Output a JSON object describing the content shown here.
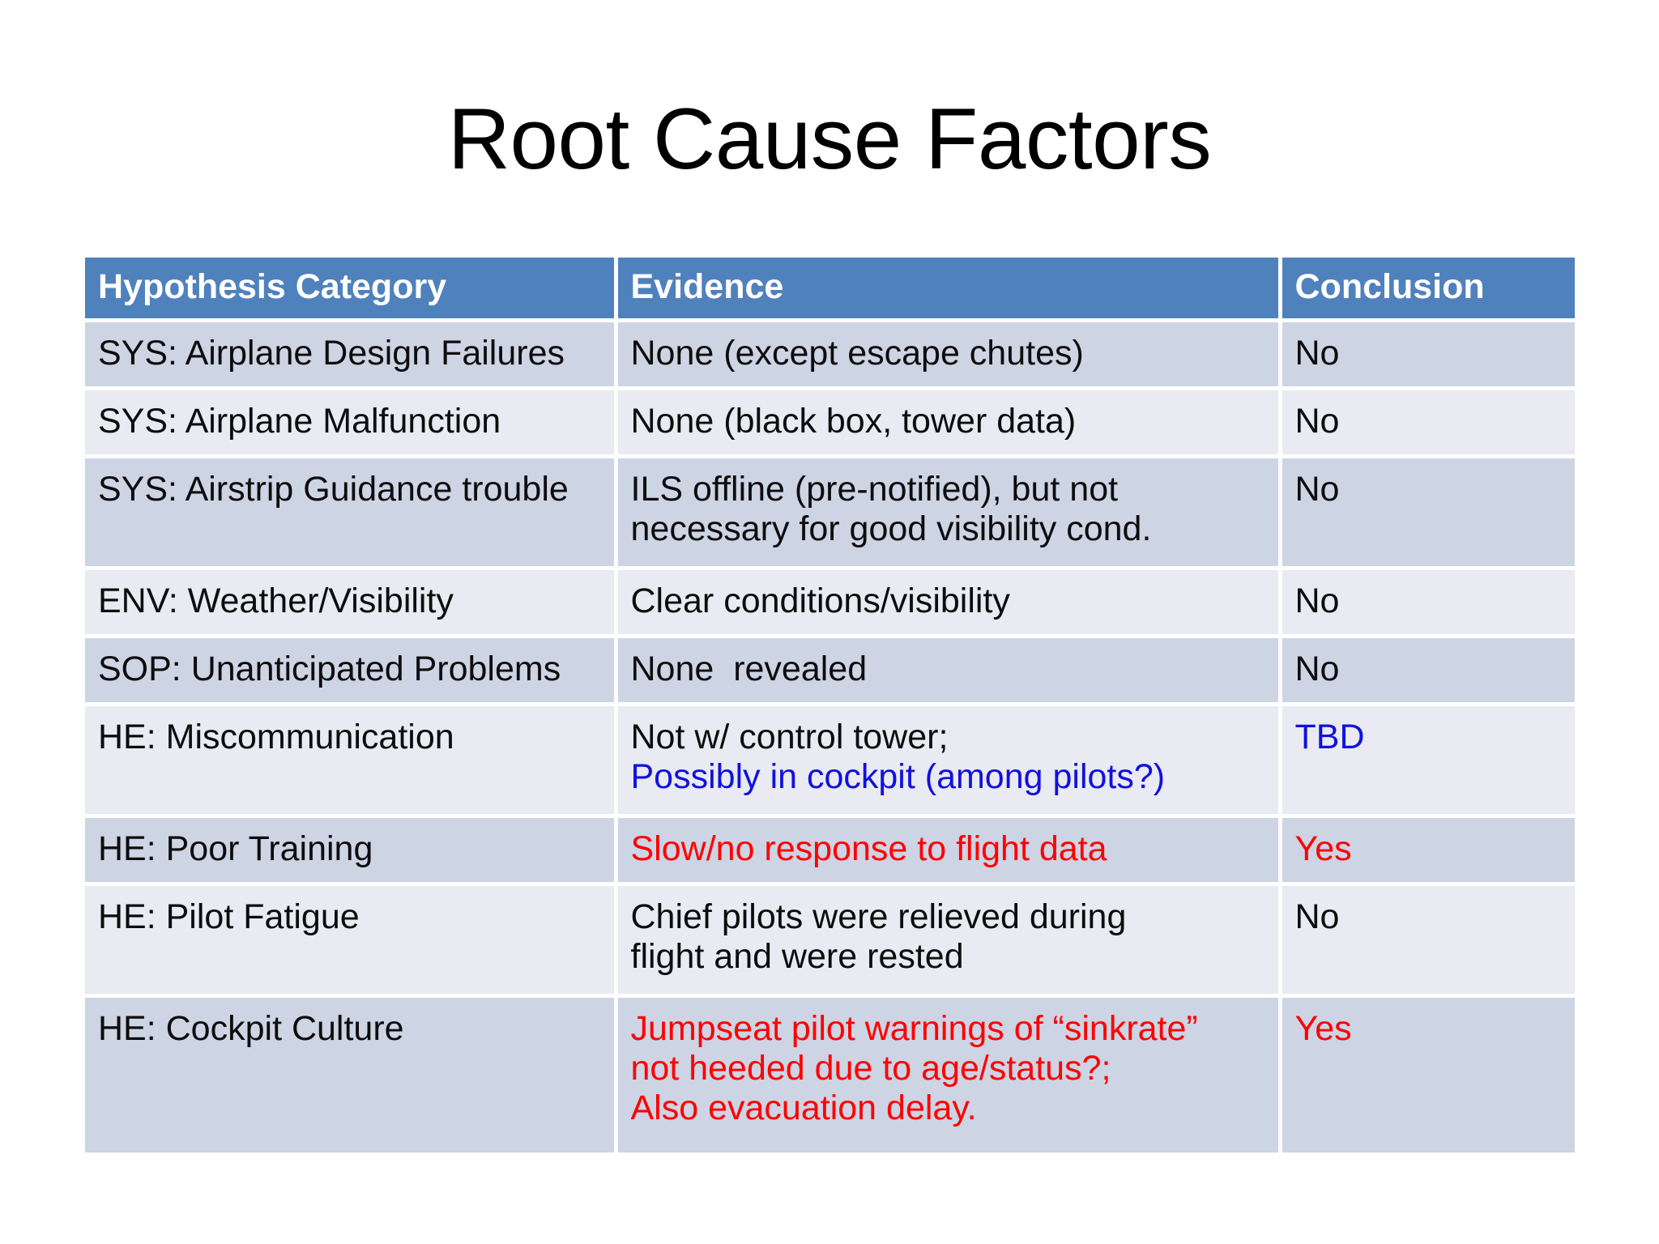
{
  "slide": {
    "title": "Root Cause Factors"
  },
  "colors": {
    "header_bg": "#4F81BD",
    "header_text": "#FFFFFF",
    "row_shade_dark": "#CDD4E4",
    "row_shade_light": "#E9EAF2",
    "text_default": "#0D0D0D",
    "accent_red": "#FF0000",
    "accent_blue": "#1111DD",
    "page_background": "#FFFFFF"
  },
  "table": {
    "columns": [
      "Hypothesis Category",
      "Evidence",
      "Conclusion"
    ],
    "rows": [
      {
        "category": "SYS: Airplane Design Failures",
        "evidence": [
          {
            "text": "None (except escape chutes)",
            "color": "black"
          }
        ],
        "conclusion": {
          "text": "No",
          "color": "black"
        }
      },
      {
        "category": "SYS: Airplane Malfunction",
        "evidence": [
          {
            "text": "None (black box, tower data)",
            "color": "black"
          }
        ],
        "conclusion": {
          "text": "No",
          "color": "black"
        }
      },
      {
        "category": "SYS: Airstrip Guidance trouble",
        "evidence": [
          {
            "text": "ILS offline (pre-notified), but not",
            "color": "black"
          },
          {
            "text": "necessary for good visibility cond.",
            "color": "black"
          }
        ],
        "conclusion": {
          "text": "No",
          "color": "black"
        }
      },
      {
        "category": "ENV: Weather/Visibility",
        "evidence": [
          {
            "text": "Clear conditions/visibility",
            "color": "black"
          }
        ],
        "conclusion": {
          "text": "No",
          "color": "black"
        }
      },
      {
        "category": "SOP: Unanticipated Problems",
        "evidence": [
          {
            "text": "None  revealed",
            "color": "black"
          }
        ],
        "conclusion": {
          "text": "No",
          "color": "black"
        }
      },
      {
        "category": "HE: Miscommunication",
        "evidence": [
          {
            "text": "Not w/ control tower;",
            "color": "black"
          },
          {
            "text": "Possibly in cockpit (among pilots?)",
            "color": "blue"
          }
        ],
        "conclusion": {
          "text": "TBD",
          "color": "blue"
        }
      },
      {
        "category": "HE: Poor Training",
        "evidence": [
          {
            "text": "Slow/no response to flight data",
            "color": "red"
          }
        ],
        "conclusion": {
          "text": "Yes",
          "color": "red"
        }
      },
      {
        "category": "HE: Pilot Fatigue",
        "evidence": [
          {
            "text": "Chief pilots were relieved during",
            "color": "black"
          },
          {
            "text": "flight and were rested",
            "color": "black"
          }
        ],
        "conclusion": {
          "text": "No",
          "color": "black"
        }
      },
      {
        "category": "HE: Cockpit Culture",
        "evidence": [
          {
            "text": "Jumpseat pilot warnings of “sinkrate”",
            "color": "red"
          },
          {
            "text": "not heeded due to age/status?;",
            "color": "red"
          },
          {
            "text": "Also evacuation delay.",
            "color": "red"
          }
        ],
        "conclusion": {
          "text": "Yes",
          "color": "red"
        }
      }
    ]
  }
}
